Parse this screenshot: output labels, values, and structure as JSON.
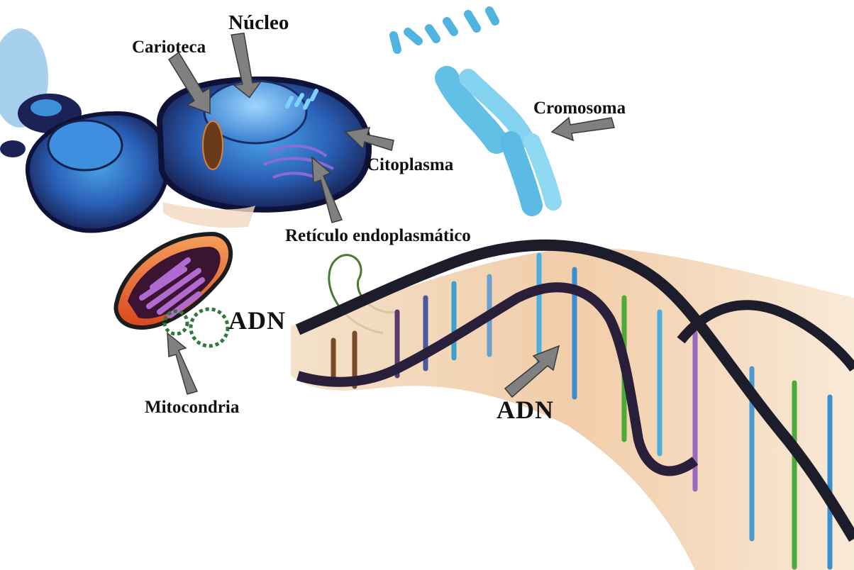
{
  "labels": {
    "nucleo": "Núcleo",
    "carioteca": "Carioteca",
    "cromosoma": "Cromosoma",
    "citoplasma": "Citoplasma",
    "reticulo": "Retículo endoplasmático",
    "adn_mito": "ADN",
    "mitocondria": "Mitocondria",
    "adn_helix": "ADN"
  },
  "colors": {
    "arrow": "#808080",
    "arrow_outline": "#3a3a3a",
    "cell_dark": "#161a4a",
    "cell_blue": "#2f74c8",
    "chromosome": "#5fc3e6",
    "mito_outline": "#2b7a3a",
    "mito_fill": "#e0602a",
    "helix_dark": "#1c1c2a"
  }
}
